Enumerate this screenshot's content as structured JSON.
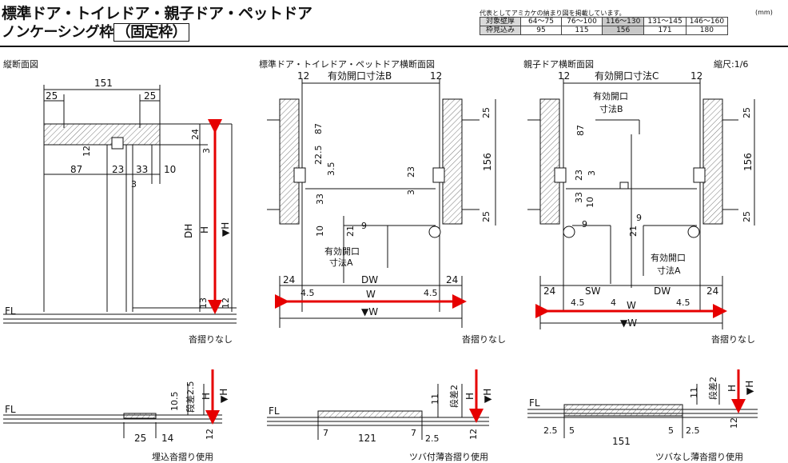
{
  "header": {
    "title_line1": "標準ドア・トイレドア・親子ドア・ペットドア",
    "title_line2_prefix": "ノンケーシング枠",
    "title_line2_boxed": "（固定枠）",
    "note": "代表としてアミカケの納まり図を掲載しています。",
    "unit": "(mm)"
  },
  "spec_table": {
    "row_labels": [
      "対象壁厚",
      "枠見込み"
    ],
    "columns": [
      {
        "wall": "64～75",
        "frame": "95",
        "highlighted": false
      },
      {
        "wall": "76～100",
        "frame": "115",
        "highlighted": false
      },
      {
        "wall": "116～130",
        "frame": "156",
        "highlighted": true
      },
      {
        "wall": "131～145",
        "frame": "171",
        "highlighted": false
      },
      {
        "wall": "146～160",
        "frame": "180",
        "highlighted": false
      }
    ]
  },
  "section_titles": {
    "vertical": "縦断面図",
    "standard_horizontal": "標準ドア・トイレドア・ペットドア横断面図",
    "parent_child_horizontal": "親子ドア横断面図",
    "scale": "縮尺:1/6"
  },
  "labels": {
    "fl": "FL",
    "dh": "DH",
    "h": "H",
    "h_tri": "▼H",
    "w": "W",
    "w_tri": "▼W",
    "dw": "DW",
    "sw": "SW",
    "open_a1": "有効開口",
    "open_a2": "寸法A",
    "open_b_full": "有効開口寸法B",
    "open_b1": "有効開口",
    "open_b2": "寸法B",
    "open_c_full": "有効開口寸法C",
    "no_threshold": "沓摺りなし",
    "step_25": "段差2.5",
    "step_2": "段差2",
    "embedded_threshold": "埋込沓摺り使用",
    "flanged_thin": "ツバ付薄沓摺り使用",
    "flangeless_thin": "ツバなし薄沓摺り使用"
  },
  "dims": {
    "d151": "151",
    "d25": "25",
    "d24": "24",
    "d3": "3",
    "d12": "12",
    "d87": "87",
    "d23": "23",
    "d33": "33",
    "d10": "10",
    "d13": "13",
    "d156": "156",
    "d225": "22.5",
    "d35": "3.5",
    "d21": "21",
    "d9": "9",
    "d45": "4.5",
    "d4": "4",
    "d105": "10.5",
    "d14": "14",
    "d11": "11",
    "d7": "7",
    "d121": "121",
    "d2_5": "2.5",
    "d5": "5"
  },
  "colors": {
    "accent_arrow": "#e60000",
    "line": "#111111"
  }
}
